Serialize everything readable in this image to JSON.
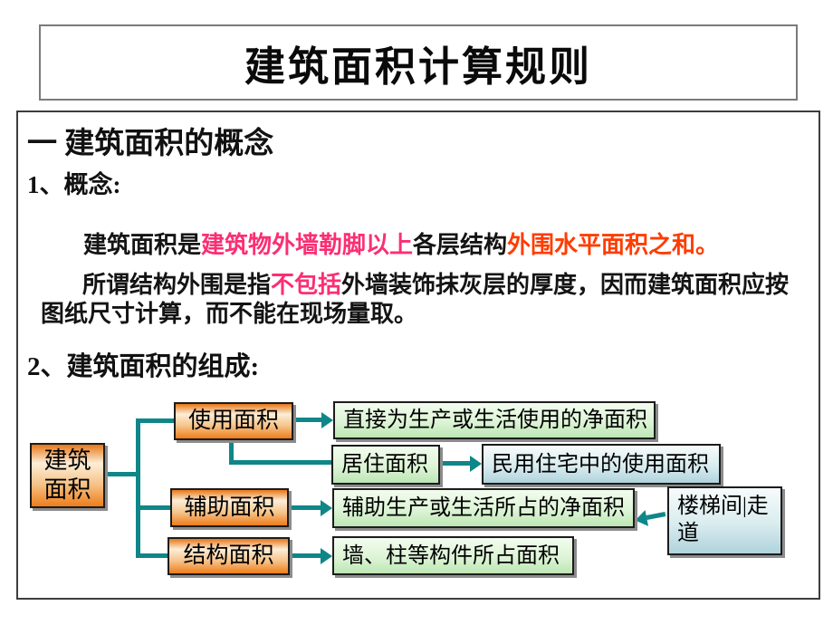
{
  "title": "建筑面积计算规则",
  "section": {
    "heading": "一 建筑面积的概念",
    "concept_label": "1、概念:",
    "definition": {
      "parts": [
        {
          "text": "建筑面积是",
          "color": "#141414"
        },
        {
          "text": "建筑物外墙勒脚以上",
          "color": "#FB2E74"
        },
        {
          "text": "各层结构",
          "color": "#141414"
        },
        {
          "text": "外围水平面积之和。",
          "color": "#FF3C00"
        }
      ]
    },
    "note": {
      "parts": [
        {
          "text": "所谓结构外围是指",
          "color": "#141414"
        },
        {
          "text": "不包括",
          "color": "#FB2E74"
        },
        {
          "text": "外墙装饰抹灰层的厚度，因而建筑面积应按图纸尺寸计算，而不能在现场量取。",
          "color": "#141414"
        }
      ]
    },
    "composition_label": "2、建筑面积的组成:"
  },
  "diagram": {
    "root_label": "建筑面积",
    "use": {
      "label": "使用面积",
      "desc": "直接为生产或生活使用的净面积"
    },
    "living": {
      "label": "居住面积",
      "desc": "民用住宅中的使用面积"
    },
    "aux": {
      "label": "辅助面积",
      "desc": "辅助生产或生活所占的净面积",
      "example": "楼梯间|走道"
    },
    "struct": {
      "label": "结构面积",
      "desc": "墙、柱等构件所占面积"
    },
    "colors": {
      "connector": "#0F8688",
      "category_fill": "#EE7D1A",
      "desc_fill": "#BCE6B4",
      "ref_fill": "#AFD3DC",
      "highlight_pink": "#FB2E74",
      "highlight_orange_red": "#FF3C00"
    }
  }
}
